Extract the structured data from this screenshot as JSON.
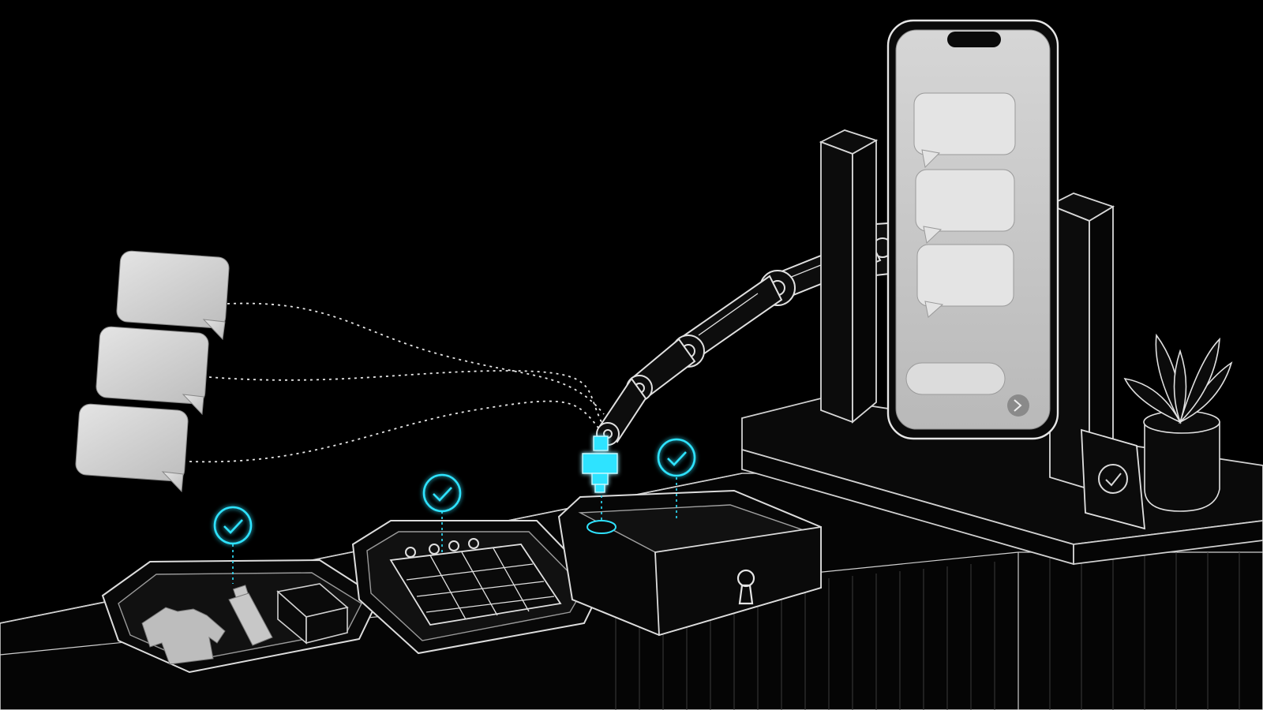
{
  "colors": {
    "background": "#000000",
    "accent": "#2fe3ff",
    "line": "#d9d9d9",
    "bubble": "#d0d0d0",
    "screen": "#c9c9c9"
  },
  "icons": {
    "bubbles": "speech-bubble-icon",
    "check": "checkmark-icon",
    "calendar": "calendar-icon",
    "lock": "keyhole-icon",
    "send": "send-icon"
  },
  "scene": {
    "incoming_bubble_count": 3,
    "phone_bubble_count": 3,
    "tray_count": 3,
    "checkmark_count": 4
  }
}
